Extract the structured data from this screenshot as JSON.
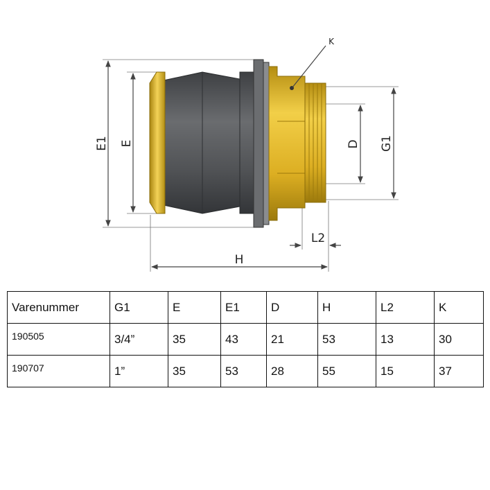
{
  "drawing": {
    "dimension_labels": {
      "E1": "E1",
      "E": "E",
      "D": "D",
      "G1": "G1",
      "H": "H",
      "L2": "L2",
      "K": "K"
    },
    "colors": {
      "brass": "#e0b52a",
      "brass_dark": "#a98510",
      "rubber": "#5a5c5e",
      "rubber_dark": "#35373a",
      "dim_line": "#444444"
    }
  },
  "table": {
    "headers": [
      "Varenummer",
      "G1",
      "E",
      "E1",
      "D",
      "H",
      "L2",
      "K"
    ],
    "rows": [
      [
        "190505",
        "3/4”",
        "35",
        "43",
        "21",
        "53",
        "13",
        "30"
      ],
      [
        "190707",
        "1”",
        "35",
        "53",
        "28",
        "55",
        "15",
        "37"
      ]
    ]
  }
}
